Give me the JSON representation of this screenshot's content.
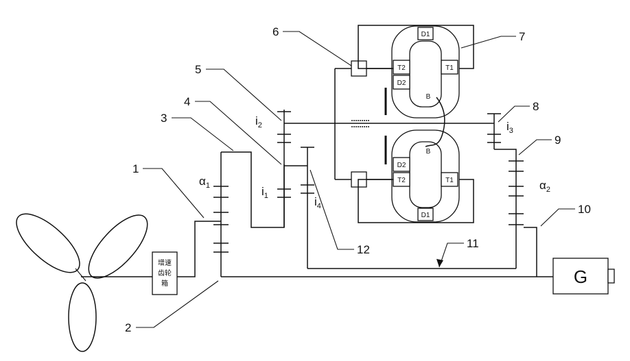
{
  "labels": {
    "n1": "1",
    "n2": "2",
    "n3": "3",
    "n4": "4",
    "n5": "5",
    "n6": "6",
    "n7": "7",
    "n8": "8",
    "n9": "9",
    "n10": "10",
    "n11": "11",
    "n12": "12"
  },
  "symbols": {
    "alpha1": {
      "base": "α",
      "sub": "1"
    },
    "alpha2": {
      "base": "α",
      "sub": "2"
    },
    "i1": {
      "base": "i",
      "sub": "1"
    },
    "i2": {
      "base": "i",
      "sub": "2"
    },
    "i3": {
      "base": "i",
      "sub": "3"
    },
    "i4": {
      "base": "i",
      "sub": "4"
    }
  },
  "converter_top": {
    "d1": "D1",
    "d2": "D2",
    "t1": "T1",
    "t2": "T2",
    "b": "B"
  },
  "converter_bottom": {
    "d1": "D1",
    "d2": "D2",
    "t1": "T1",
    "t2": "T2",
    "b": "B"
  },
  "gearbox": {
    "line1": "增速",
    "line2": "齿轮",
    "line3": "箱"
  },
  "generator": {
    "label": "G"
  }
}
